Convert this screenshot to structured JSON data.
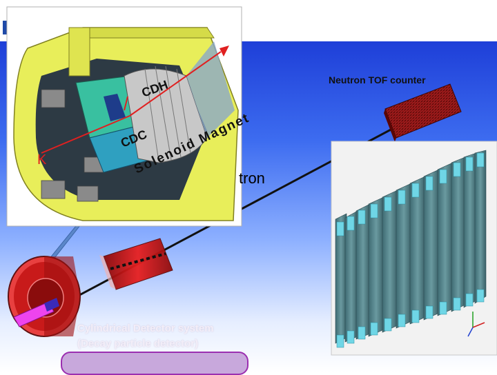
{
  "labels": {
    "cdh": "CDH",
    "cdc": "CDC",
    "solenoid_magnet": "Solenoid Magnet",
    "kaon": "K",
    "neutron_tof": "Neutron TOF counter",
    "neutron_partial": "tron",
    "cds_line1": "Cylindrical Detector system",
    "cds_line2": "(Decay particle detector)"
  },
  "colors": {
    "background_blue": "#1e3fd8",
    "magnet_yellow": "#e8ee5a",
    "beam_red": "#e02020",
    "tof_dark_red": "#7a0e0e",
    "counter_teal": "#4b7f86",
    "caption_purple": "#9b2fb0"
  }
}
